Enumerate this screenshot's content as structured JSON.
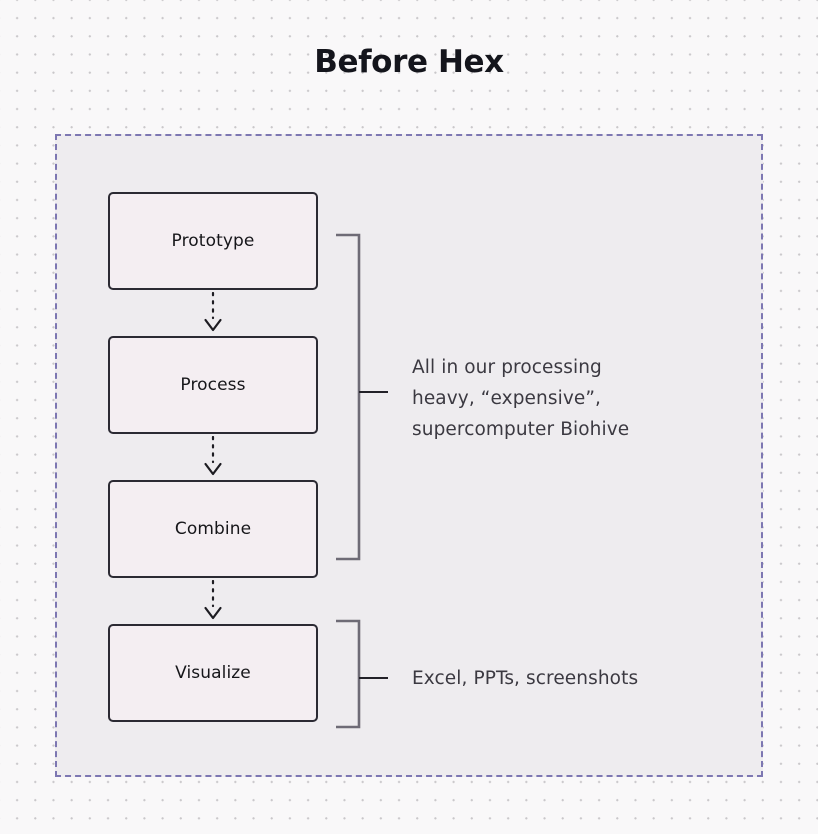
{
  "page": {
    "title": "Before Hex",
    "background_color": "#f9f8f9",
    "dot_color": "#c9c7ca"
  },
  "panel": {
    "fill_color": "#eeecef",
    "border_color": "#7d77b2",
    "border_style": "dashed"
  },
  "flow": {
    "box_fill": "#f4eef2",
    "box_border": "#2b2a33",
    "steps": [
      {
        "label": "Prototype"
      },
      {
        "label": "Process"
      },
      {
        "label": "Combine"
      },
      {
        "label": "Visualize"
      }
    ],
    "arrows": [
      {
        "name": "arrow-prototype-to-process",
        "direction": "down",
        "style": "dotted"
      },
      {
        "name": "arrow-process-to-combine",
        "direction": "down",
        "style": "dotted"
      },
      {
        "name": "arrow-combine-to-visualize",
        "direction": "down",
        "style": "dotted"
      }
    ]
  },
  "annotations": [
    {
      "id": "processing-note",
      "covers": [
        "Prototype",
        "Process",
        "Combine"
      ],
      "lines": [
        "All in our processing",
        "heavy, “expensive”,",
        "supercomputer Biohive"
      ],
      "text_color": "#3b3941"
    },
    {
      "id": "output-note",
      "covers": [
        "Visualize"
      ],
      "lines": [
        "Excel, PPTs, screenshots"
      ],
      "text_color": "#3b3941"
    }
  ]
}
